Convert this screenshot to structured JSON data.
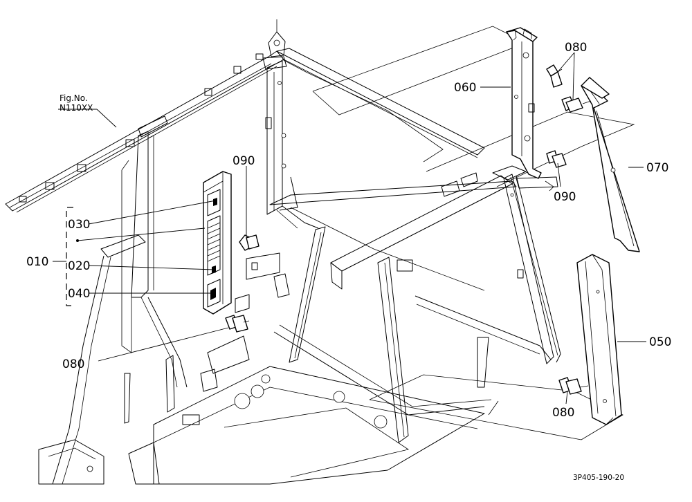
{
  "figure_ref": {
    "line1": "Fig.No.",
    "line2": "N110XX"
  },
  "callouts": {
    "c010": "010",
    "c020": "020",
    "c030": "030",
    "c040": "040",
    "c050": "050",
    "c060": "060",
    "c070": "070",
    "c080_top": "080",
    "c080_left": "080",
    "c080_bottom": "080",
    "c090_center": "090",
    "c090_right": "090"
  },
  "drawing_code": "3P405-190-20"
}
